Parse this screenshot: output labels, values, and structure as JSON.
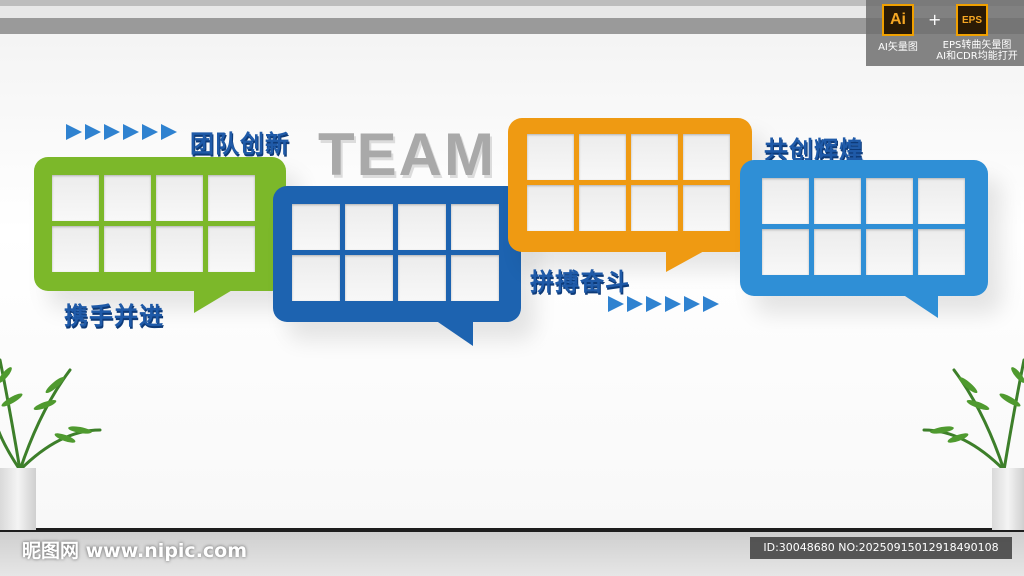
{
  "badges": {
    "ai_label": "Ai",
    "plus": "+",
    "eps_label": "EPS",
    "ai_caption": "AI矢量图",
    "eps_caption_line1": "EPS转曲矢量图",
    "eps_caption_line2": "AI和CDR均能打开"
  },
  "captions": {
    "team_innovation": "团队创新",
    "team": "TEAM",
    "hand_in_hand": "携手并进",
    "strive": "拼搏奋斗",
    "co_create": "共创辉煌"
  },
  "colors": {
    "green": "#7cb82a",
    "blue": "#1d63b0",
    "orange": "#ef9a12",
    "light_blue": "#2f8fd6"
  },
  "watermark": {
    "site": "昵图网 www.nipic.com",
    "id_text": "ID:30048680 NO:20250915012918490108"
  }
}
